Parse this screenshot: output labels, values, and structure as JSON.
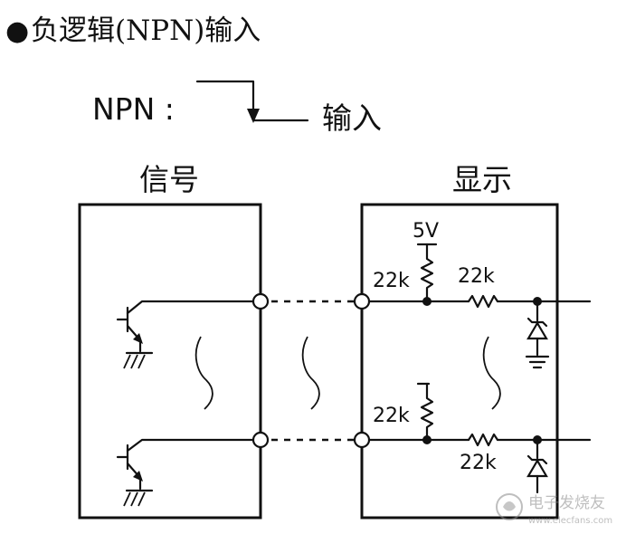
{
  "heading": {
    "bullet": "●",
    "text": "负逻辑(NPN)输入"
  },
  "legend": {
    "npn_label": "NPN :",
    "input_label": "输入"
  },
  "left_panel": {
    "title": "信号"
  },
  "right_panel": {
    "title": "显示",
    "supply_label": "5V",
    "pullup_top_label": "22k",
    "series_top_label": "22k",
    "pullup_bottom_label": "22k",
    "series_bottom_label": "22k"
  },
  "watermark": {
    "text": "电子发烧友",
    "subtext": "www.elecfans.com"
  }
}
